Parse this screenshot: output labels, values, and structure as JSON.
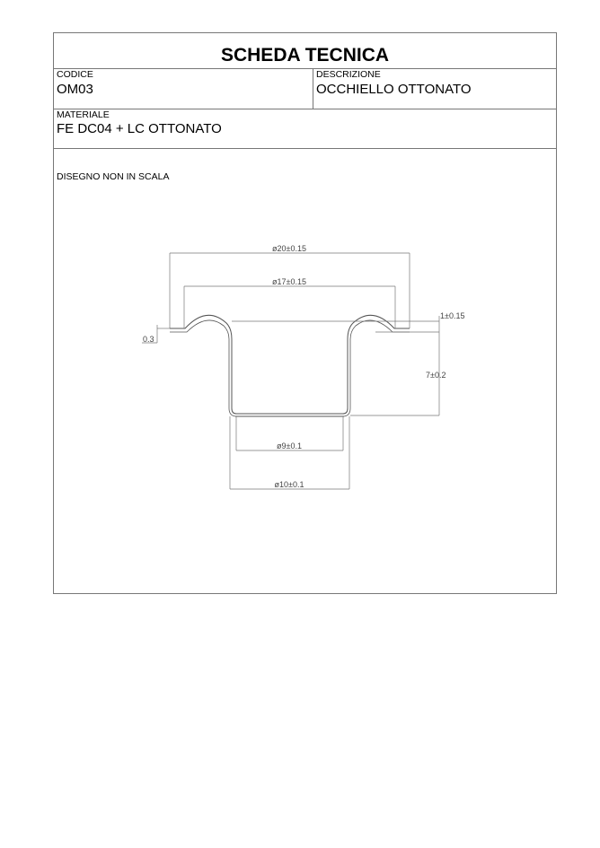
{
  "title": "SCHEDA TECNICA",
  "codice": {
    "label": "CODICE",
    "value": "OM03"
  },
  "descrizione": {
    "label": "DESCRIZIONE",
    "value": "OCCHIELLO OTTONATO"
  },
  "materiale": {
    "label": "MATERIALE",
    "value": "FE DC04 + LC OTTONATO"
  },
  "drawing": {
    "note": "DISEGNO NON IN SCALA",
    "dims": {
      "outer_diameter": "ø20±0.15",
      "flange_inner_diameter": "ø17±0.15",
      "flange_height": "1±0.15",
      "thickness": "0.3",
      "height": "7±0.2",
      "inner_hole": "ø9±0.1",
      "outer_barrel": "ø10±0.1"
    }
  }
}
